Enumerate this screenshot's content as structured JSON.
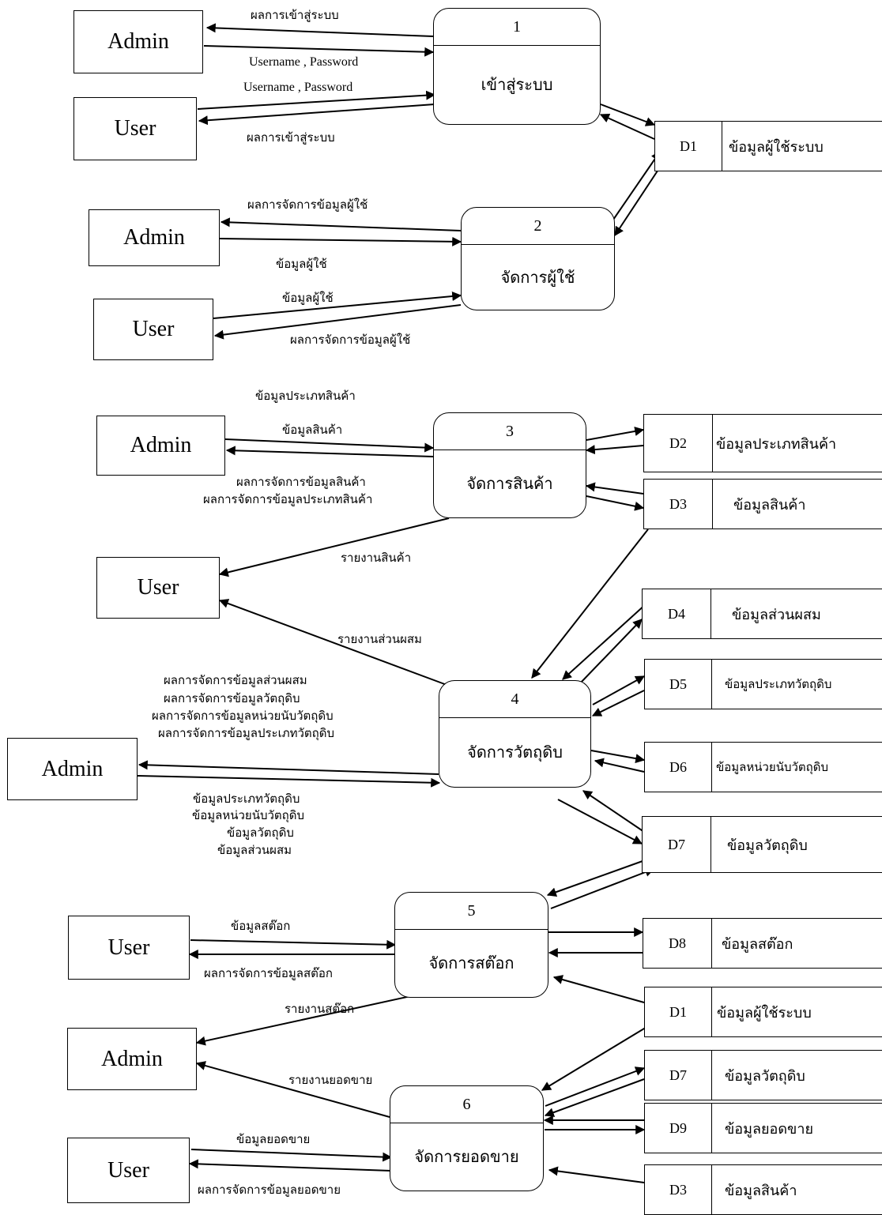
{
  "entities": {
    "admin": "Admin",
    "user": "User"
  },
  "processes": [
    {
      "number": "1",
      "name": "เข้าสู่ระบบ"
    },
    {
      "number": "2",
      "name": "จัดการผู้ใช้"
    },
    {
      "number": "3",
      "name": "จัดการสินค้า"
    },
    {
      "number": "4",
      "name": "จัดการวัตถุดิบ"
    },
    {
      "number": "5",
      "name": "จัดการสต๊อก"
    },
    {
      "number": "6",
      "name": "จัดการยอดขาย"
    }
  ],
  "stores": {
    "d1": {
      "id": "D1",
      "name": "ข้อมูลผู้ใช้ระบบ"
    },
    "d2": {
      "id": "D2",
      "name": "ข้อมูลประเภทสินค้า"
    },
    "d3": {
      "id": "D3",
      "name": "ข้อมูลสินค้า"
    },
    "d4": {
      "id": "D4",
      "name": "ข้อมูลส่วนผสม"
    },
    "d5": {
      "id": "D5",
      "name": "ข้อมูลประเภทวัตถุดิบ"
    },
    "d6": {
      "id": "D6",
      "name": "ข้อมูลหน่วยนับวัตถุดิบ"
    },
    "d7": {
      "id": "D7",
      "name": "ข้อมูลวัตถุดิบ"
    },
    "d8": {
      "id": "D8",
      "name": "ข้อมูลสต๊อก"
    },
    "d9": {
      "id": "D9",
      "name": "ข้อมูลยอดขาย"
    }
  },
  "flows": {
    "login_result": "ผลการเข้าสู่ระบบ",
    "credentials": "Username , Password",
    "user_manage_result": "ผลการจัดการข้อมูลผู้ใช้",
    "user_data": "ข้อมูลผู้ใช้",
    "product_type_data": "ข้อมูลประเภทสินค้า",
    "product_data": "ข้อมูลสินค้า",
    "product_manage_result": "ผลการจัดการข้อมูลสินค้า",
    "product_type_manage_result": "ผลการจัดการข้อมูลประเภทสินค้า",
    "product_report": "รายงานสินค้า",
    "ingredient_report": "รายงานส่วนผสม",
    "ingredient_manage_result": "ผลการจัดการข้อมูลส่วนผสม",
    "material_manage_result": "ผลการจัดการข้อมูลวัตถุดิบ",
    "material_unit_manage_result": "ผลการจัดการข้อมูลหน่วยนับวัตถุดิบ",
    "material_type_manage_result": "ผลการจัดการข้อมูลประเภทวัตถุดิบ",
    "material_type_data": "ข้อมูลประเภทวัตถุดิบ",
    "material_unit_data": "ข้อมูลหน่วยนับวัตถุดิบ",
    "material_data": "ข้อมูลวัตถุดิบ",
    "ingredient_data": "ข้อมูลส่วนผสม",
    "stock_data": "ข้อมูลสต๊อก",
    "stock_manage_result": "ผลการจัดการข้อมูลสต๊อก",
    "stock_report": "รายงานสต๊อก",
    "sales_report": "รายงานยอดขาย",
    "sales_data": "ข้อมูลยอดขาย",
    "sales_manage_result": "ผลการจัดการข้อมูลยอดขาย"
  }
}
